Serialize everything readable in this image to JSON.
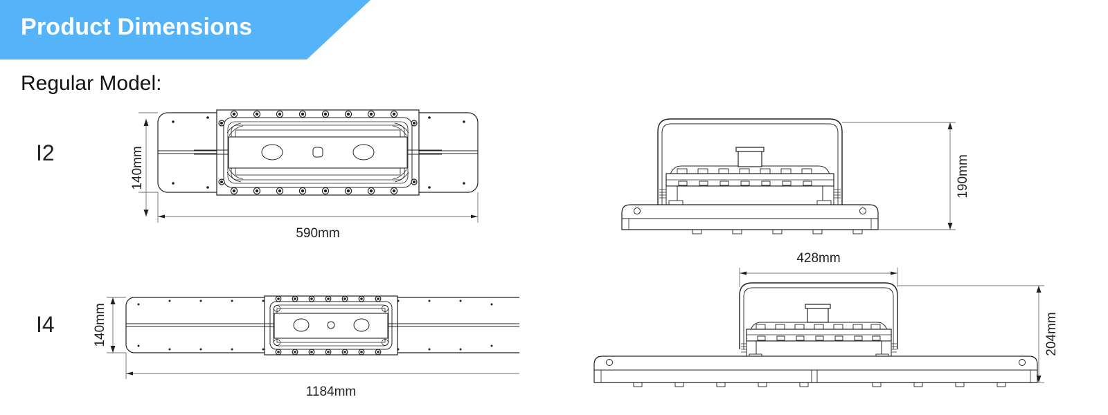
{
  "header": {
    "title": "Product Dimensions",
    "accent_color": "#55b4f9",
    "text_color": "#ffffff"
  },
  "section": {
    "label": "Regular Model:"
  },
  "models": [
    {
      "id": "I2",
      "label": "I2",
      "views": {
        "top": {
          "width_dim": "590mm",
          "height_dim": "140mm"
        },
        "side": {
          "height_dim": "190mm"
        }
      }
    },
    {
      "id": "I4",
      "label": "I4",
      "views": {
        "top": {
          "width_dim": "1184mm",
          "height_dim": "140mm"
        },
        "side": {
          "width_dim": "428mm",
          "height_dim": "204mm"
        }
      }
    }
  ],
  "drawing_style": {
    "line_color": "#231f20",
    "dim_line_color": "#6d6e71",
    "fill": "#ffffff"
  }
}
